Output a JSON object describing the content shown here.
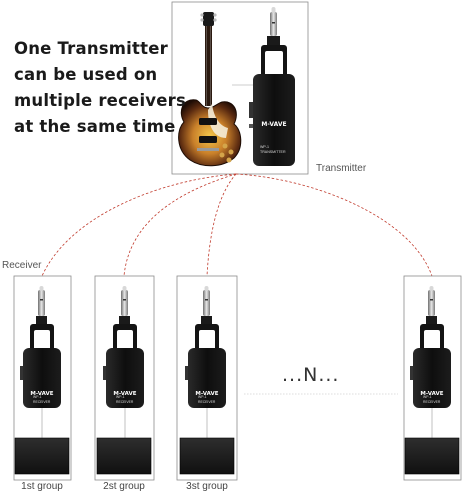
{
  "headline": {
    "lines": [
      "One Transmitter",
      "can be used on",
      "multiple receivers",
      "at the same time"
    ]
  },
  "labels": {
    "transmitter": "Transmitter",
    "receiver": "Receiver",
    "ellipsis": "...N..."
  },
  "devices": {
    "brand": "M-VAVE",
    "transmitter_model": "WP-1",
    "transmitter_type": "TRANSMITTER",
    "receiver_model": "WP-1",
    "receiver_type": "RECEIVER"
  },
  "groups": [
    "1st group",
    "2st group",
    "3st group"
  ],
  "colors": {
    "link_line": "#c0392b",
    "device_body": "#111111",
    "guitar_sunburst": "#b5651d",
    "frame": "#888888"
  }
}
